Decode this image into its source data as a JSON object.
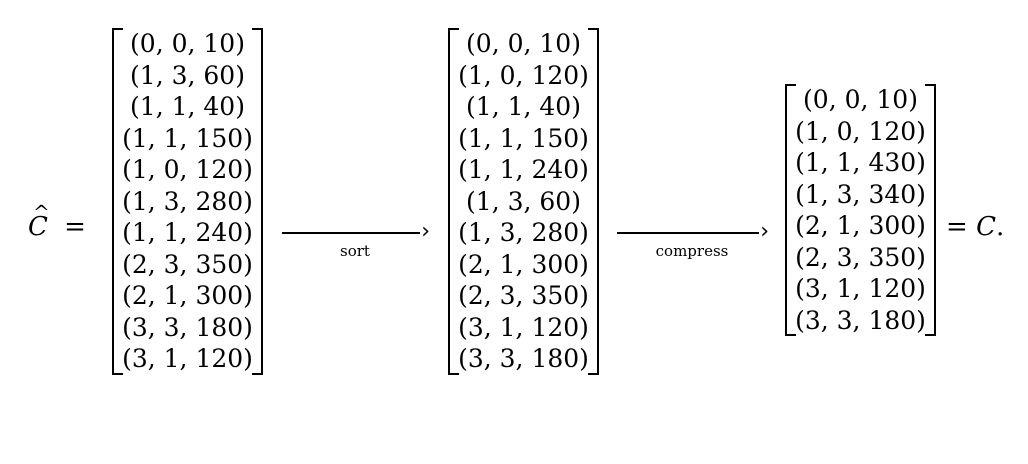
{
  "lhs": {
    "symbol": "C",
    "hat": "^",
    "equals": "="
  },
  "matrices": {
    "before_sort": [
      "(0, 0, 10)",
      "(1, 3, 60)",
      "(1, 1, 40)",
      "(1, 1, 150)",
      "(1, 0, 120)",
      "(1, 3, 280)",
      "(1, 1, 240)",
      "(2, 3, 350)",
      "(2, 1, 300)",
      "(3, 3, 180)",
      "(3, 1, 120)"
    ],
    "sorted": [
      "(0, 0, 10)",
      "(1, 0, 120)",
      "(1, 1, 40)",
      "(1, 1, 150)",
      "(1, 1, 240)",
      "(1, 3, 60)",
      "(1, 3, 280)",
      "(2, 1, 300)",
      "(2, 3, 350)",
      "(3, 1, 120)",
      "(3, 3, 180)"
    ],
    "compressed": [
      "(0, 0, 10)",
      "(1, 0, 120)",
      "(1, 1, 430)",
      "(1, 3, 340)",
      "(2, 1, 300)",
      "(2, 3, 350)",
      "(3, 1, 120)",
      "(3, 3, 180)"
    ]
  },
  "arrows": {
    "sort_label": "sort",
    "compress_label": "compress"
  },
  "rhs": {
    "equals": "=",
    "symbol": "C",
    "period": "."
  }
}
